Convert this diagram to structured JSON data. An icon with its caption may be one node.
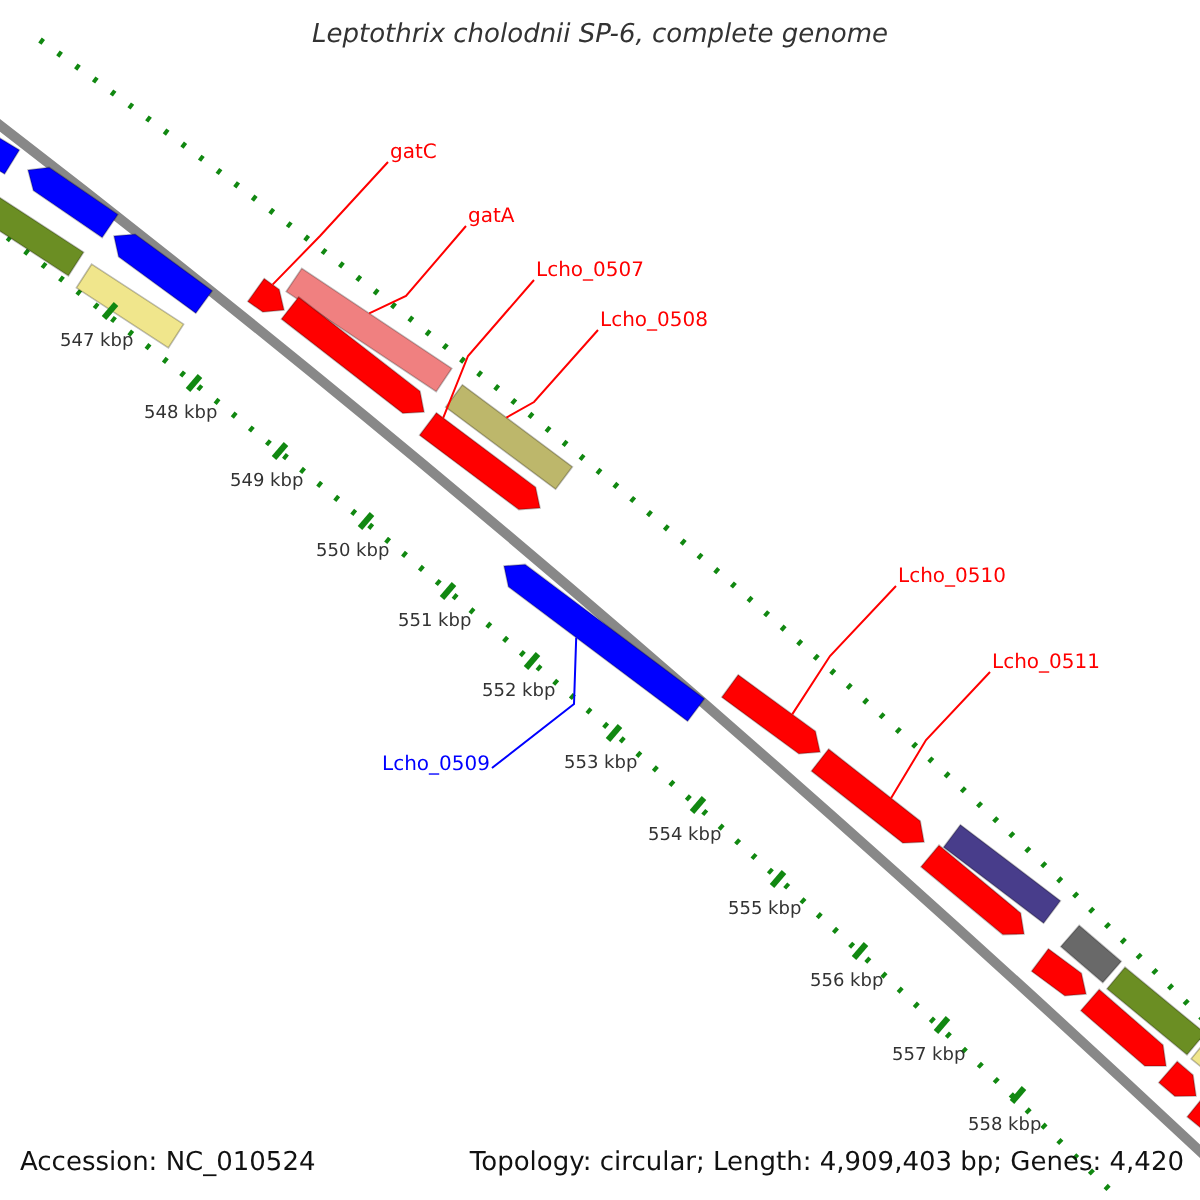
{
  "diagram": {
    "title": "Leptothrix cholodnii SP-6, complete genome",
    "nodes": [
      {
        "text": [
          "gatC"
        ]
      },
      {
        "text": [
          "gatA"
        ]
      },
      {
        "text": [
          "Lcho_0507"
        ]
      },
      {
        "text": [
          "Lcho_0508"
        ]
      },
      {
        "text": [
          "Lcho_0510"
        ]
      },
      {
        "text": [
          "Lcho_0511"
        ]
      },
      {
        "text": [
          "Lcho_0509"
        ]
      },
      {
        "text": [],
        "shape": "arrow"
      },
      {
        "text": [],
        "shape": "bar"
      },
      {
        "text": [],
        "shape": "arrow"
      },
      {
        "text": [],
        "shape": "bar"
      },
      {
        "text": [],
        "shape": "arrow"
      },
      {
        "text": [],
        "shape": "arrow"
      },
      {
        "text": [],
        "shape": "bar"
      },
      {
        "text": [],
        "shape": "arrow"
      },
      {
        "text": [],
        "shape": "arrow"
      },
      {
        "text": [],
        "shape": "bar"
      },
      {
        "text": [],
        "shape": "arrow"
      },
      {
        "text": [],
        "shape": "arrow"
      },
      {
        "text": [],
        "shape": "arrow"
      },
      {
        "text": [],
        "shape": "arrow"
      },
      {
        "text": [],
        "shape": "bar"
      },
      {
        "text": [],
        "shape": "arrow"
      },
      {
        "text": [],
        "shape": "bar"
      },
      {
        "text": [],
        "shape": "arrow"
      },
      {
        "text": [],
        "shape": "bar"
      },
      {
        "text": [],
        "shape": "arrow"
      },
      {
        "text": [],
        "shape": "arrow"
      },
      {
        "text": [],
        "shape": "bar"
      }
    ],
    "edges": [
      {
        "from": 0,
        "to": 12,
        "arrow": "none"
      },
      {
        "from": 1,
        "to": 13,
        "arrow": "none"
      },
      {
        "from": 2,
        "to": 15,
        "arrow": "none"
      },
      {
        "from": 3,
        "to": 16,
        "arrow": "none"
      },
      {
        "from": 4,
        "to": 18,
        "arrow": "none"
      },
      {
        "from": 5,
        "to": 19,
        "arrow": "none"
      },
      {
        "from": 6,
        "to": 17,
        "arrow": "none",
        "color": "#0000ff"
      }
    ],
    "labels": [
      "547 kbp",
      "548 kbp",
      "549 kbp",
      "550 kbp",
      "551 kbp",
      "552 kbp",
      "553 kbp",
      "554 kbp",
      "555 kbp",
      "556 kbp",
      "557 kbp",
      "558 kbp",
      "Accession: NC_010524",
      "Topology: circular; Length: 4,909,403 bp; Genes: 4,420"
    ]
  }
}
